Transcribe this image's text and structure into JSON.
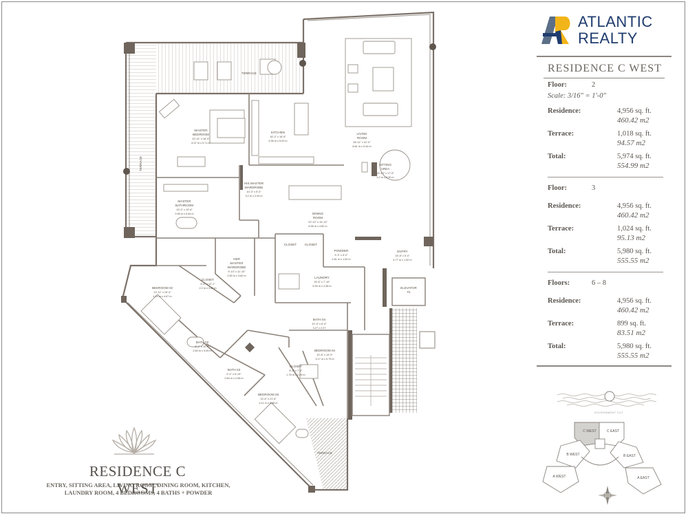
{
  "brand": {
    "line1": "ATLANTIC",
    "line2": "REALTY",
    "colors": {
      "navy": "#1f3c6e",
      "gold": "#f2b519",
      "slate": "#5c6f88"
    }
  },
  "panel": {
    "title": "RESIDENCE C WEST",
    "floor2": {
      "label": "Floor:",
      "value": "2",
      "scale": "Scale: 3/16\" = 1'-0\"",
      "residence": {
        "label": "Residence:",
        "sqft": "4,956 sq. ft.",
        "m2": "460.42 m2"
      },
      "terrace": {
        "label": "Terrace:",
        "sqft": "1,018 sq. ft.",
        "m2": "94.57 m2"
      },
      "total": {
        "label": "Total:",
        "sqft": "5,974 sq. ft.",
        "m2": "554.99 m2"
      }
    },
    "floor3": {
      "label": "Floor:",
      "value": "3",
      "residence": {
        "label": "Residence:",
        "sqft": "4,956 sq. ft.",
        "m2": "460.42 m2"
      },
      "terrace": {
        "label": "Terrace:",
        "sqft": "1,024 sq. ft.",
        "m2": "95.13 m2"
      },
      "total": {
        "label": "Total:",
        "sqft": "5,980 sq. ft.",
        "m2": "555.55 m2"
      }
    },
    "floors68": {
      "label": "Floors:",
      "value": "6 – 8",
      "residence": {
        "label": "Residence:",
        "sqft": "4,956 sq. ft.",
        "m2": "460.42 m2"
      },
      "terrace": {
        "label": "Terrace:",
        "sqft": "899 sq. ft.",
        "m2": "83.51 m2"
      },
      "total": {
        "label": "Total:",
        "sqft": "5,980 sq. ft.",
        "m2": "555.55 m2"
      }
    },
    "cut_label": "GOVERNMENT CUT"
  },
  "keyplan": {
    "c_west": "C WEST",
    "c_east": "C EAST",
    "b_west": "B WEST",
    "b_east": "B EAST",
    "a_west": "A WEST",
    "a_east": "A EAST",
    "highlight": "#d4d2cf"
  },
  "footer": {
    "title": "RESIDENCE C WEST",
    "desc1": "ENTRY, SITTING AREA, LIVING ROOM, DINING ROOM, KITCHEN,",
    "desc2": "LAUNDRY ROOM, 4 BEDROOMS, 4 BATHS + POWDER"
  },
  "rooms": {
    "terrace_top": "TERRACE",
    "terrace_left": "TERRACE",
    "terrace_bottom": "TERRACE",
    "master_bed": {
      "name1": "MASTER",
      "name2": "BEDROOM",
      "dim1": "20'-11\" x 18'-9\"",
      "dim2": "6.37 m x 5.71 m"
    },
    "kitchen": {
      "name": "KITCHEN",
      "dim1": "16'-3\" x 16'-6\"",
      "dim2": "4.96 m x 5.02 m"
    },
    "living": {
      "name1": "LIVING",
      "name2": "ROOM",
      "dim1": "28'-11\" x 31'-0\"",
      "dim2": "8.81 m x 9.44 m"
    },
    "sitting": {
      "name1": "SITTING",
      "name2": "AREA",
      "dim1": "13'-10\" x 17'-5\"",
      "dim2": "4.2 m x 5.30 m"
    },
    "his_wardrobe": {
      "name1": "HIS MASTER",
      "name2": "WARDROBE",
      "dim1": "10'-0\" x 9'-0\"",
      "dim2": "3.2 m x 2.94 m"
    },
    "master_bath": {
      "name1": "MASTER",
      "name2": "BATHROOM",
      "dim1": "13'-0\" x 19'-6\"",
      "dim2": "3.96 m x 5.94 m"
    },
    "dining": {
      "name1": "DINING",
      "name2": "ROOM",
      "dim1": "22'-10\" x 15'-10\"",
      "dim2": "6.96 m x 4.82 m"
    },
    "closet1": "CLOSET",
    "closet2": "CLOSET",
    "powder": {
      "name": "POWDER",
      "dim1": "9'-3\" x 5'-0\"",
      "dim2": "2.81 m x 1.52 m"
    },
    "entry": {
      "name": "ENTRY",
      "dim1": "15'-8\" x 5'-0\"",
      "dim2": "4.77 m x 1.52 m"
    },
    "her_wardrobe": {
      "name1": "HER",
      "name2": "MASTER",
      "name3": "WARDROBE",
      "dim1": "9'-10\" x 11'-10\"",
      "dim2": "2.83 m x 3.60 m"
    },
    "closet_b2": {
      "name": "CLOSET",
      "dim1": "9'-6\" x 12'-1\"",
      "dim2": "2.2 m x 3.68 m"
    },
    "laundry": {
      "name": "LAUNDRY",
      "dim1": "19'-6\" x 7'-10\"",
      "dim2": "5.94 m x 2.38 m"
    },
    "elevator": {
      "name": "ELEVATOR",
      "num": "#1"
    },
    "bedroom2": {
      "name": "BEDROOM 02",
      "dim1": "13'-11\" x 15'-4\"",
      "dim2": "4.24 m x 4.67 m"
    },
    "bath4": {
      "name": "BATH 04",
      "dim1": "10'-9\" x 6'-9\"",
      "dim2": "3.27 x 2.07"
    },
    "bath2": {
      "name": "BATH 02",
      "dim1": "8'-4\" x 10'-2\"",
      "dim2": "2.84 m x 3.09 m"
    },
    "bedroom4": {
      "name": "BEDROOM 04",
      "dim1": "10'-8\" x 19'-0\"",
      "dim2": "3.17 m x 5.79 m"
    },
    "bath3": {
      "name": "BATH 03",
      "dim1": "9'-4\" x 6'-10\"",
      "dim2": "2.84 m x 2.08 m"
    },
    "closet_b4": {
      "name": "CLOSET",
      "dim1": "5'-9\" x 7'-4\"",
      "dim2": "1.76 m x 2.25 m"
    },
    "bedroom3": {
      "name": "BEDROOM 03",
      "dim1": "13'-6\" x 21'-6\"",
      "dim2": "4.11 m x 6.58 m"
    }
  }
}
